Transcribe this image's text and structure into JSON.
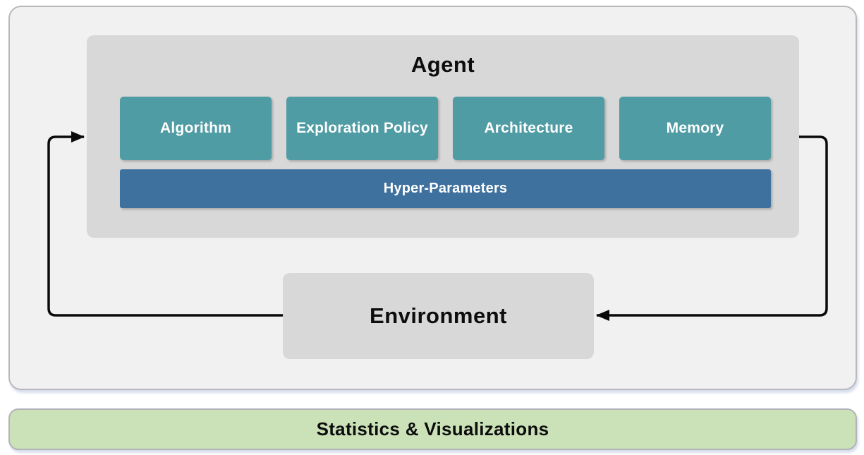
{
  "agent": {
    "title": "Agent",
    "modules": [
      {
        "label": "Algorithm"
      },
      {
        "label": "Exploration Policy"
      },
      {
        "label": "Architecture"
      },
      {
        "label": "Memory"
      }
    ],
    "hyper_parameters": {
      "label": "Hyper-Parameters"
    }
  },
  "environment": {
    "title": "Environment"
  },
  "footer": {
    "label": "Statistics & Visualizations"
  },
  "arrows": {
    "agent_to_environment": "right side loop, arrowhead into Environment right edge",
    "environment_to_agent": "left side loop, arrowhead into Agent left edge"
  },
  "colors": {
    "module_teal": "#509CA4",
    "hyper_parameters_blue": "#3F719E",
    "box_gray": "#D8D8D8",
    "panel_gray": "#F1F1F2",
    "footer_green": "#CBE2B8",
    "arrow_black": "#0A0A0A"
  }
}
